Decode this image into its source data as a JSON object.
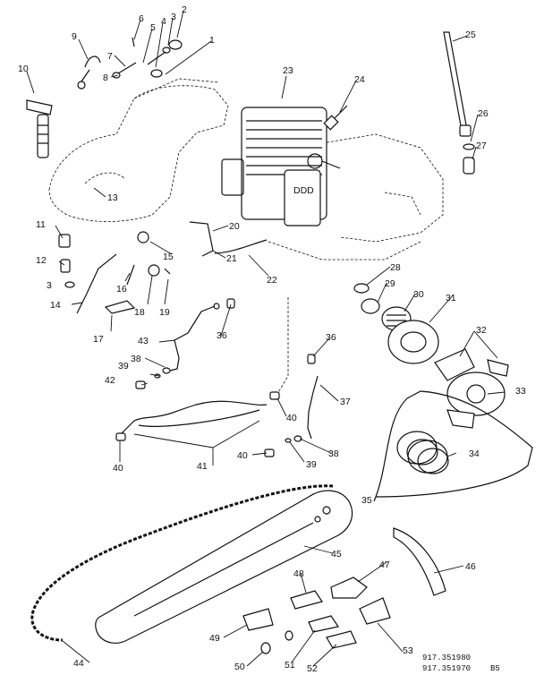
{
  "callouts": [
    {
      "id": "c1",
      "label": "1"
    },
    {
      "id": "c2",
      "label": "2"
    },
    {
      "id": "c3",
      "label": "3"
    },
    {
      "id": "c4",
      "label": "4"
    },
    {
      "id": "c5",
      "label": "5"
    },
    {
      "id": "c6",
      "label": "6"
    },
    {
      "id": "c7",
      "label": "7"
    },
    {
      "id": "c8",
      "label": "8"
    },
    {
      "id": "c9",
      "label": "9"
    },
    {
      "id": "c10",
      "label": "10"
    },
    {
      "id": "c11",
      "label": "11"
    },
    {
      "id": "c12",
      "label": "12"
    },
    {
      "id": "c3b",
      "label": "3"
    },
    {
      "id": "c13",
      "label": "13"
    },
    {
      "id": "c14",
      "label": "14"
    },
    {
      "id": "c15",
      "label": "15"
    },
    {
      "id": "c16",
      "label": "16"
    },
    {
      "id": "c17",
      "label": "17"
    },
    {
      "id": "c18",
      "label": "18"
    },
    {
      "id": "c19",
      "label": "19"
    },
    {
      "id": "c20",
      "label": "20"
    },
    {
      "id": "c21",
      "label": "21"
    },
    {
      "id": "c22",
      "label": "22"
    },
    {
      "id": "c23",
      "label": "23"
    },
    {
      "id": "c24",
      "label": "24"
    },
    {
      "id": "c25",
      "label": "25"
    },
    {
      "id": "c26",
      "label": "26"
    },
    {
      "id": "c27",
      "label": "27"
    },
    {
      "id": "c28",
      "label": "28"
    },
    {
      "id": "c29",
      "label": "29"
    },
    {
      "id": "c30",
      "label": "30"
    },
    {
      "id": "c31",
      "label": "31"
    },
    {
      "id": "c32",
      "label": "32"
    },
    {
      "id": "c33",
      "label": "33"
    },
    {
      "id": "c34",
      "label": "34"
    },
    {
      "id": "c35",
      "label": "35"
    },
    {
      "id": "c36a",
      "label": "36"
    },
    {
      "id": "c36b",
      "label": "36"
    },
    {
      "id": "c37",
      "label": "37"
    },
    {
      "id": "c38a",
      "label": "38"
    },
    {
      "id": "c38b",
      "label": "38"
    },
    {
      "id": "c39a",
      "label": "39"
    },
    {
      "id": "c39b",
      "label": "39"
    },
    {
      "id": "c40a",
      "label": "40"
    },
    {
      "id": "c40b",
      "label": "40"
    },
    {
      "id": "c40c",
      "label": "40"
    },
    {
      "id": "c41",
      "label": "41"
    },
    {
      "id": "c42",
      "label": "42"
    },
    {
      "id": "c43",
      "label": "43"
    },
    {
      "id": "c44",
      "label": "44"
    },
    {
      "id": "c45",
      "label": "45"
    },
    {
      "id": "c46",
      "label": "46"
    },
    {
      "id": "c47",
      "label": "47"
    },
    {
      "id": "c48",
      "label": "48"
    },
    {
      "id": "c49",
      "label": "49"
    },
    {
      "id": "c50",
      "label": "50"
    },
    {
      "id": "c51",
      "label": "51"
    },
    {
      "id": "c52",
      "label": "52"
    },
    {
      "id": "c53",
      "label": "53"
    }
  ],
  "model_numbers": [
    "917.351980",
    "917.351970"
  ],
  "page_code": "B5",
  "line_color": "#111111",
  "background_color": "#ffffff"
}
